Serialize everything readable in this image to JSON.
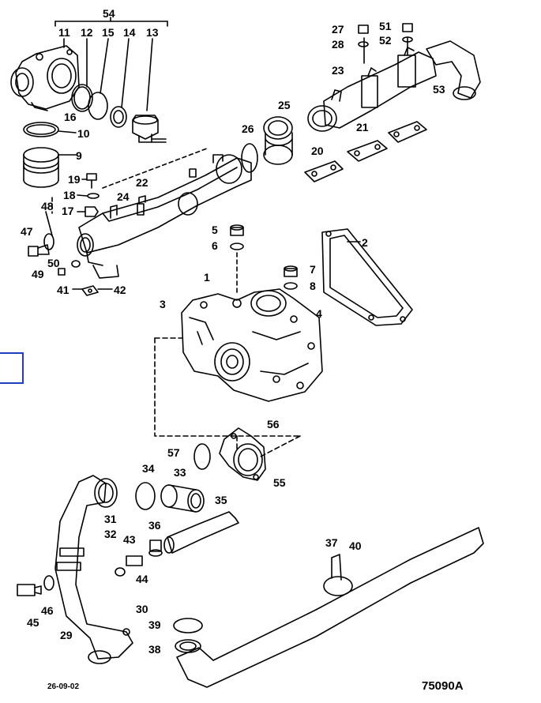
{
  "diagram": {
    "part_numbers": [
      "1",
      "2",
      "3",
      "4",
      "5",
      "6",
      "7",
      "8",
      "9",
      "10",
      "11",
      "12",
      "13",
      "14",
      "15",
      "16",
      "17",
      "18",
      "19",
      "20",
      "21",
      "22",
      "23",
      "24",
      "25",
      "26",
      "27",
      "28",
      "29",
      "30",
      "31",
      "32",
      "33",
      "34",
      "35",
      "36",
      "37",
      "38",
      "39",
      "40",
      "41",
      "42",
      "43",
      "44",
      "45",
      "46",
      "47",
      "48",
      "49",
      "50",
      "51",
      "52",
      "53",
      "54",
      "55",
      "56",
      "57"
    ],
    "date_code": "26-09-02",
    "figure_ref": "75090A"
  }
}
